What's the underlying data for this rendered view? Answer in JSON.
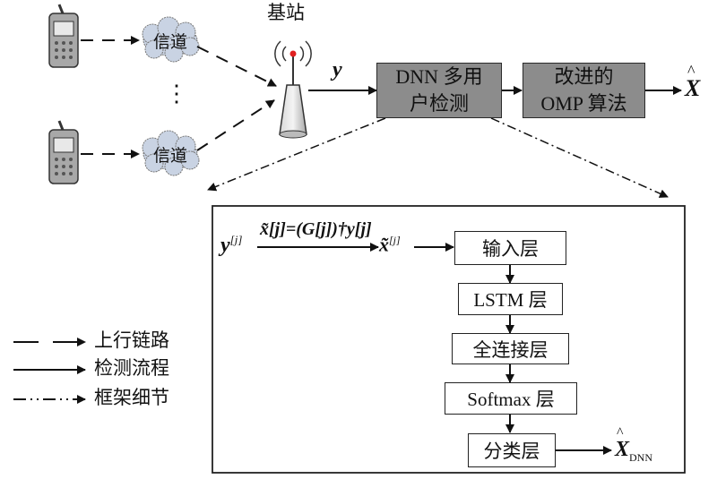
{
  "base_station": {
    "label": "基站"
  },
  "channels": [
    {
      "label": "信道"
    },
    {
      "label": "信道"
    }
  ],
  "ellipsis": "⋮",
  "signal": {
    "y": "y"
  },
  "top_blocks": [
    {
      "label": "DNN 多用\n户检测"
    },
    {
      "label": "改进的\nOMP 算法"
    }
  ],
  "output": {
    "x_hat": "X",
    "hat": "^"
  },
  "detail": {
    "input_var": "y",
    "input_sup": "[j]",
    "formula": "x̃[j]=(G[j])†y[j]",
    "output_var": "x̃",
    "output_sup": "[j]",
    "layers": [
      {
        "label": "输入层"
      },
      {
        "label": "LSTM 层"
      },
      {
        "label": "全连接层"
      },
      {
        "label": "Softmax 层"
      },
      {
        "label": "分类层"
      }
    ],
    "final_var": "X",
    "final_sub": "DNN"
  },
  "legend": [
    {
      "label": "上行链路",
      "style": "dashed"
    },
    {
      "label": "检测流程",
      "style": "solid"
    },
    {
      "label": "框架细节",
      "style": "dash-dot"
    }
  ],
  "colors": {
    "block_fill": "#8c8c8c",
    "cloud_fill": "#c9d3e3",
    "phone_fill": "#a8a8a8"
  }
}
